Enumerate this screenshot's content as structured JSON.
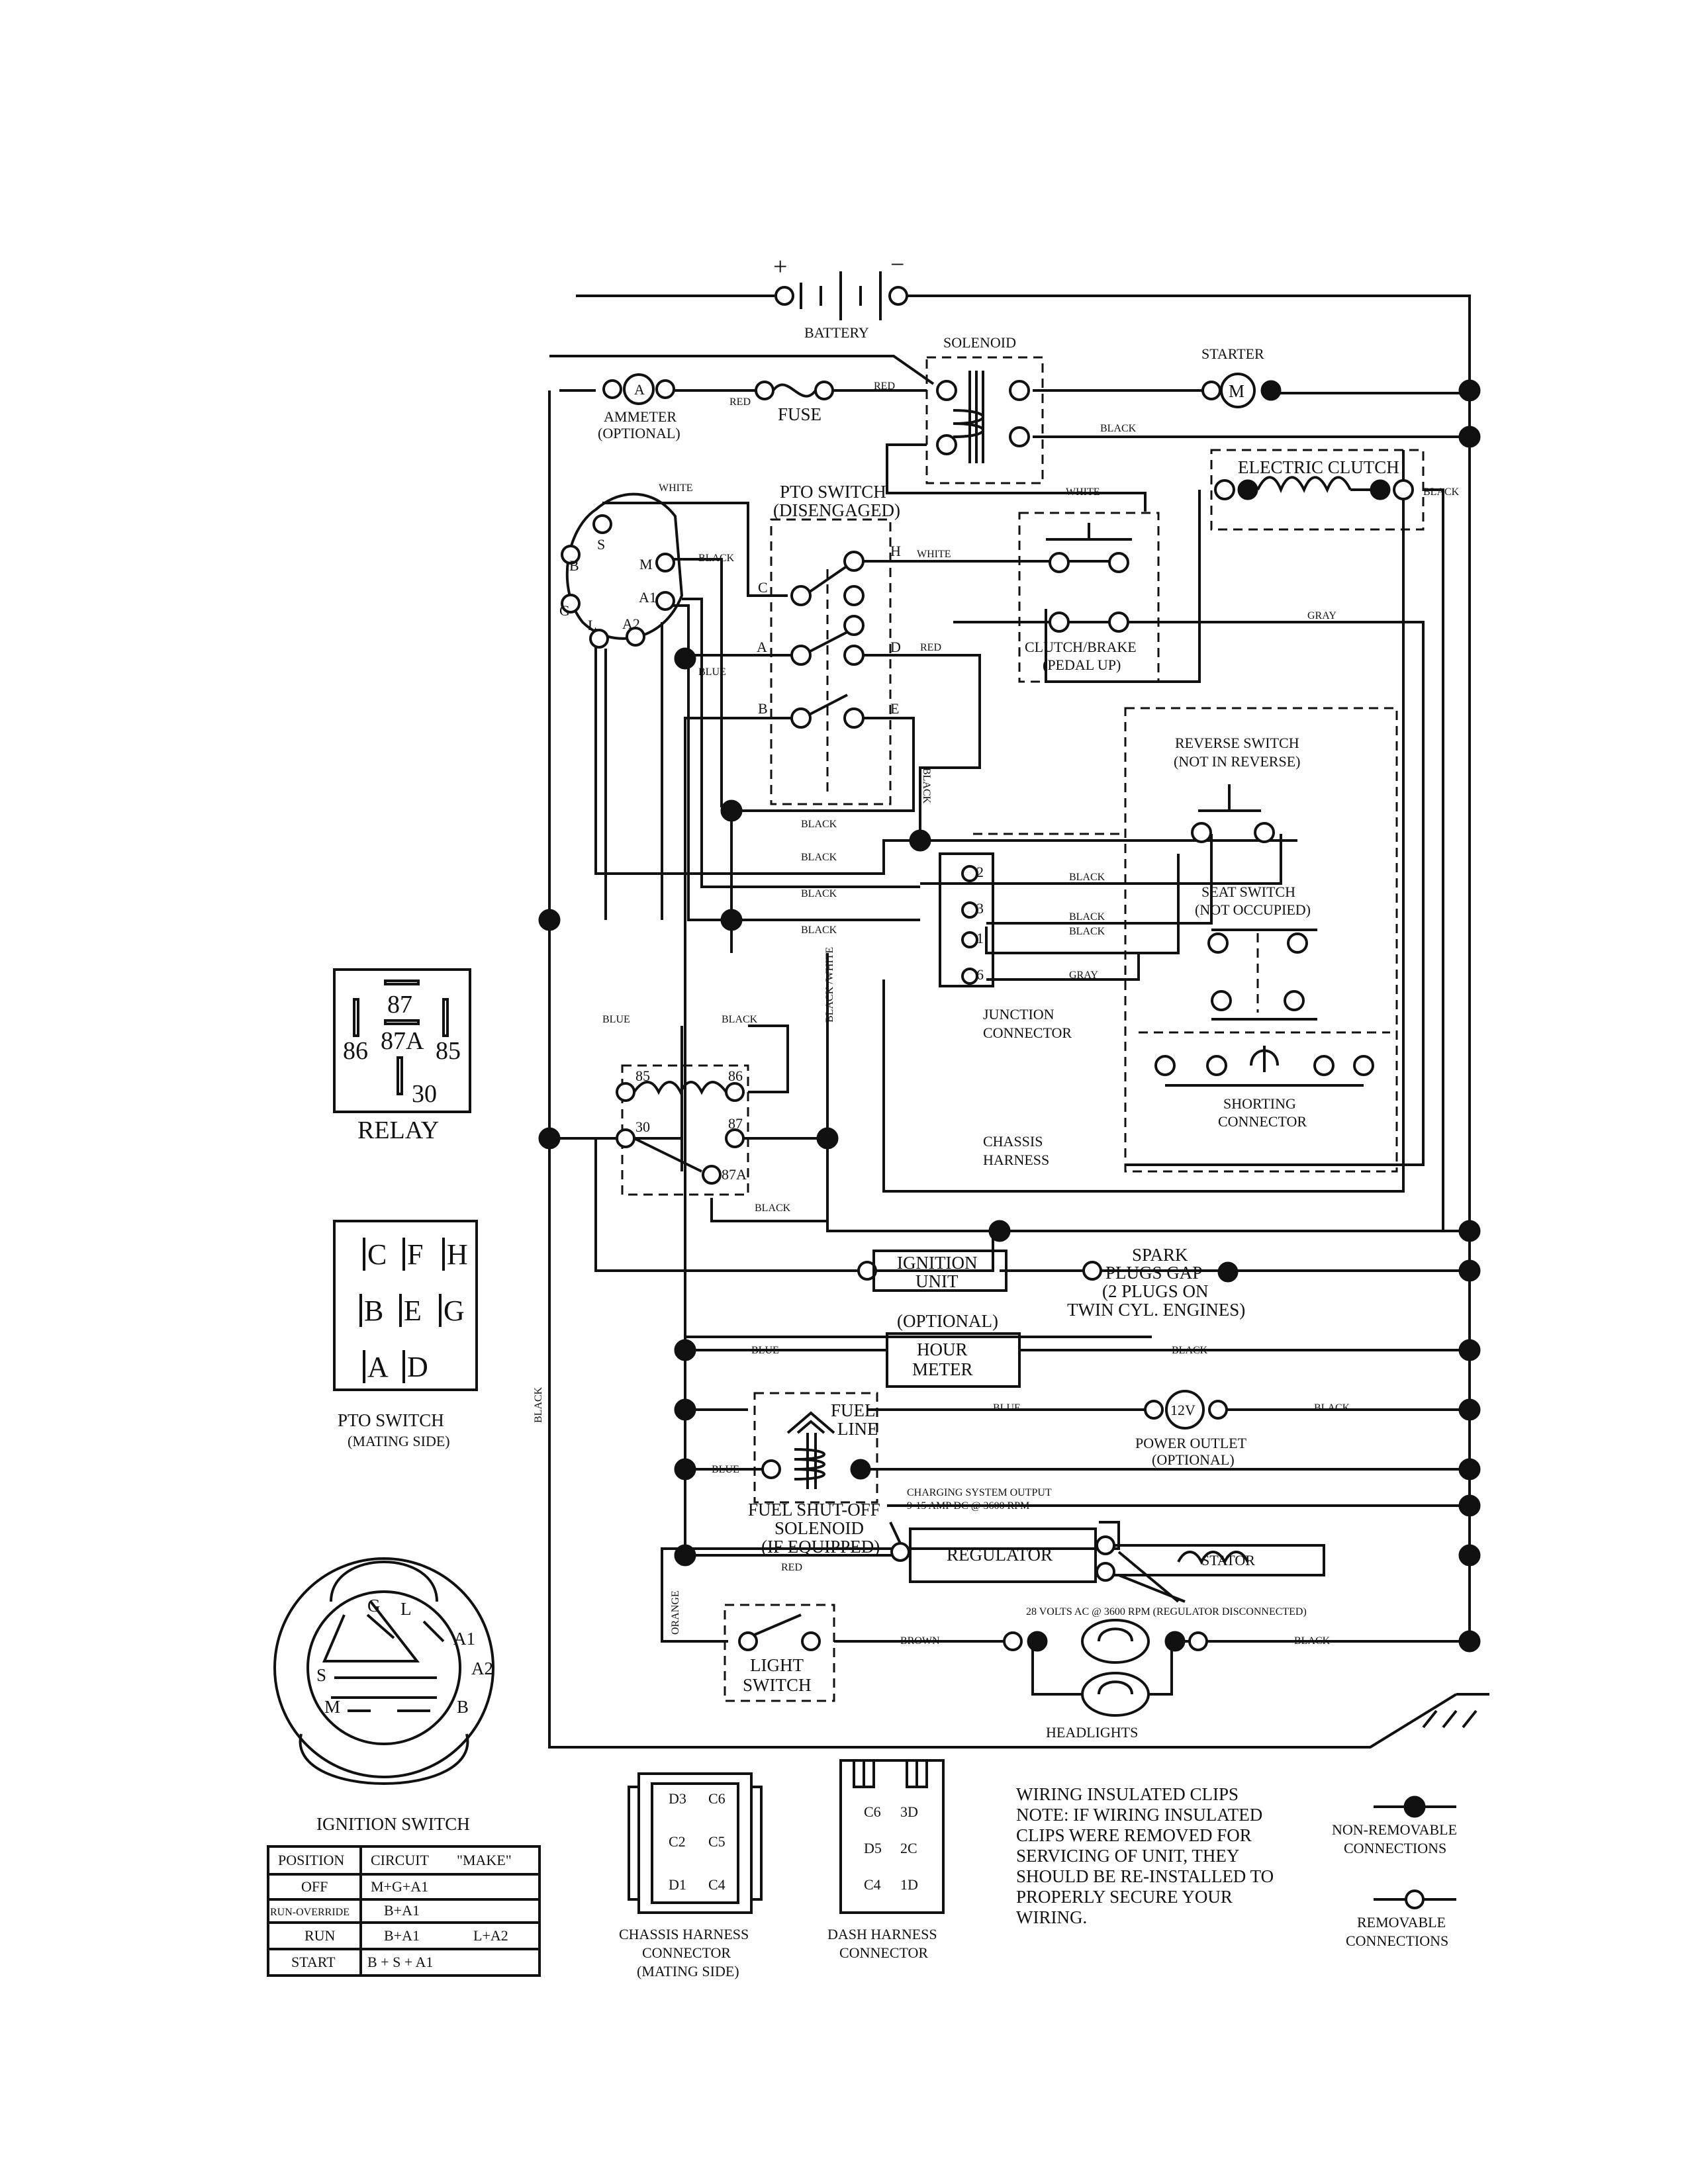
{
  "components": {
    "battery": "BATTERY",
    "battery_plus": "+",
    "battery_minus": "−",
    "solenoid": "SOLENOID",
    "starter": "STARTER",
    "starter_symbol": "M",
    "ammeter": "AMMETER",
    "ammeter_optional": "(OPTIONAL)",
    "ammeter_symbol": "A",
    "fuse": "FUSE",
    "pto_switch": "PTO SWITCH",
    "pto_state": "(DISENGAGED)",
    "electric_clutch": "ELECTRIC CLUTCH",
    "clutch_brake": "CLUTCH/BRAKE",
    "clutch_brake_state": "(PEDAL UP)",
    "reverse_switch": "REVERSE SWITCH",
    "reverse_state": "(NOT IN REVERSE)",
    "seat_switch": "SEAT SWITCH",
    "seat_state": "(NOT OCCUPIED)",
    "junction_connector_1": "JUNCTION",
    "junction_connector_2": "CONNECTOR",
    "shorting_connector_1": "SHORTING",
    "shorting_connector_2": "CONNECTOR",
    "chassis_harness_1": "CHASSIS",
    "chassis_harness_2": "HARNESS",
    "ignition_unit_1": "IGNITION",
    "ignition_unit_2": "UNIT",
    "spark_1": "SPARK",
    "spark_2": "PLUGS GAP",
    "spark_3": "(2 PLUGS ON",
    "spark_4": "TWIN CYL. ENGINES)",
    "hour_meter_optional": "(OPTIONAL)",
    "hour_meter_1": "HOUR",
    "hour_meter_2": "METER",
    "fuel_line_1": "FUEL",
    "fuel_line_2": "LINE",
    "fuel_shutoff_1": "FUEL SHUT-OFF",
    "fuel_shutoff_2": "SOLENOID",
    "fuel_shutoff_3": "(IF EQUIPPED)",
    "power_outlet_symbol": "12V",
    "power_outlet": "POWER OUTLET",
    "power_outlet_optional": "(OPTIONAL)",
    "charging_output_1": "CHARGING SYSTEM OUTPUT",
    "charging_output_2": "9-15 AMP DC @ 3600 RPM",
    "regulator": "REGULATOR",
    "stator": "STATOR",
    "stator_note": "28 VOLTS AC @ 3600 RPM (REGULATOR DISCONNECTED)",
    "light_switch_1": "LIGHT",
    "light_switch_2": "SWITCH",
    "headlights": "HEADLIGHTS",
    "relay": "RELAY",
    "relay_pins": [
      "87",
      "86",
      "87A",
      "85",
      "30"
    ],
    "relay_terms": [
      "85",
      "86",
      "30",
      "87",
      "87A"
    ],
    "pto_mating_1": "PTO SWITCH",
    "pto_mating_2": "(MATING SIDE)",
    "pto_pins": [
      "C",
      "F",
      "H",
      "B",
      "E",
      "G",
      "A",
      "D"
    ],
    "pto_terms": [
      "C",
      "H",
      "A",
      "D",
      "B",
      "E"
    ],
    "ignition_terms": [
      "B",
      "S",
      "M",
      "G",
      "L",
      "A1",
      "A2"
    ],
    "ignition_switch": "IGNITION SWITCH",
    "ign_pins": [
      "G",
      "L",
      "A1",
      "A2",
      "S",
      "M",
      "B"
    ],
    "junction_pins": [
      "2",
      "3",
      "1",
      "6"
    ]
  },
  "wire_labels": {
    "red": "RED",
    "black": "BLACK",
    "white": "WHITE",
    "blue": "BLUE",
    "gray": "GRAY",
    "black_white": "BLACK /WHITE",
    "orange": "ORANGE",
    "brown": "BROWN"
  },
  "ignition_table": {
    "headers": [
      "POSITION",
      "CIRCUIT",
      "\"MAKE\""
    ],
    "rows": [
      [
        "OFF",
        "M+G+A1",
        ""
      ],
      [
        "RUN-OVERRIDE",
        "B+A1",
        ""
      ],
      [
        "RUN",
        "B+A1",
        "L+A2"
      ],
      [
        "START",
        "B + S + A1",
        ""
      ]
    ]
  },
  "connectors": {
    "chassis_1": "CHASSIS HARNESS",
    "chassis_2": "CONNECTOR",
    "chassis_3": "(MATING SIDE)",
    "chassis_pins": [
      "D3",
      "C6",
      "C2",
      "C5",
      "D1",
      "C4"
    ],
    "dash_1": "DASH HARNESS",
    "dash_2": "CONNECTOR",
    "dash_pins": [
      "C6",
      "3D",
      "D5",
      "2C",
      "C4",
      "1D"
    ]
  },
  "notes": {
    "clips_title": "WIRING INSULATED CLIPS",
    "clips_lines": [
      "NOTE:  IF WIRING INSULATED",
      "CLIPS WERE REMOVED FOR",
      "SERVICING OF UNIT, THEY",
      "SHOULD BE RE-INSTALLED TO",
      "PROPERLY SECURE YOUR",
      "WIRING."
    ],
    "non_removable_1": "NON-REMOVABLE",
    "non_removable_2": "CONNECTIONS",
    "removable_1": "REMOVABLE",
    "removable_2": "CONNECTIONS"
  }
}
